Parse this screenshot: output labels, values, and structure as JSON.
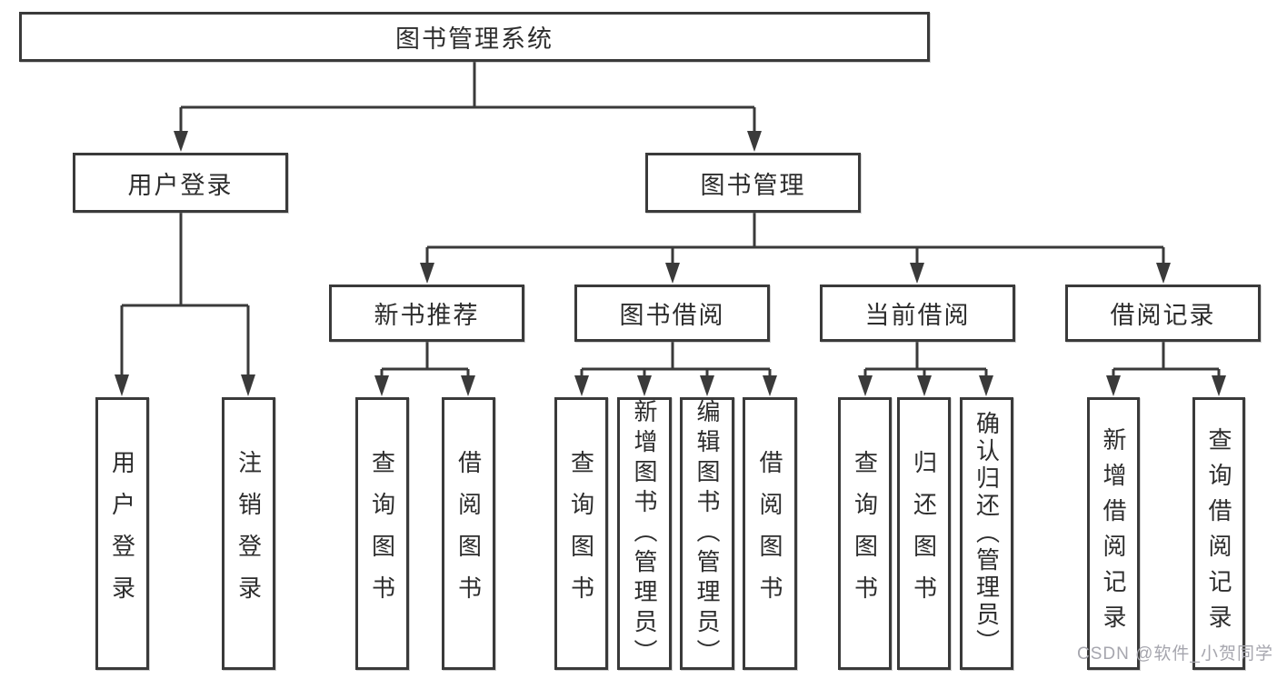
{
  "tree": {
    "label": "图书管理系统",
    "children": [
      {
        "label": "用户登录",
        "children": [
          {
            "label": "用户登录"
          },
          {
            "label": "注销登录"
          }
        ]
      },
      {
        "label": "图书管理",
        "children": [
          {
            "label": "新书推荐",
            "children": [
              {
                "label": "查询图书"
              },
              {
                "label": "借阅图书"
              }
            ]
          },
          {
            "label": "图书借阅",
            "children": [
              {
                "label": "查询图书"
              },
              {
                "label": "新增图书（管理员）"
              },
              {
                "label": "编辑图书（管理员）"
              },
              {
                "label": "借阅图书"
              }
            ]
          },
          {
            "label": "当前借阅",
            "children": [
              {
                "label": "查询图书"
              },
              {
                "label": "归还图书"
              },
              {
                "label": "确认归还（管理员）"
              }
            ]
          },
          {
            "label": "借阅记录",
            "children": [
              {
                "label": "新增借阅记录"
              },
              {
                "label": "查询借阅记录"
              }
            ]
          }
        ]
      }
    ]
  },
  "watermark": {
    "text": "CSDN @软件_小贺同学"
  },
  "colors": {
    "line": "#3a3a3a",
    "box_border": "#3a3a3a",
    "text": "#2d2d2d",
    "watermark": "#a6a6ae",
    "background": "#ffffff"
  }
}
